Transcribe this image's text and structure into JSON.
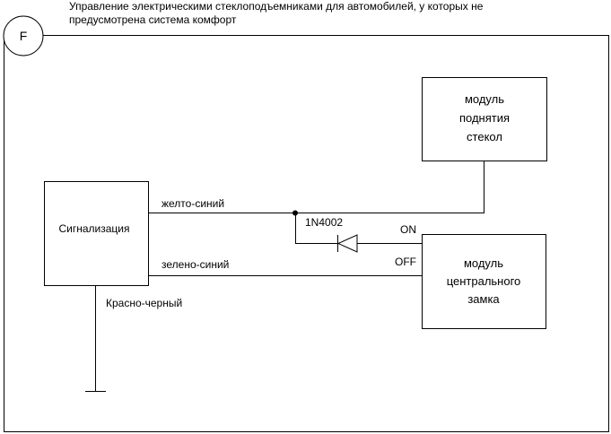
{
  "title": {
    "line1": "Управление электрическими стеклоподъемниками для автомобилей, у которых не",
    "line2": "предусмотрена система комфорт"
  },
  "badge": "F",
  "blocks": {
    "window_module": [
      "модуль",
      "поднятия",
      "стекол"
    ],
    "alarm": "Сигнализация",
    "central_lock_module": [
      "модуль",
      "центрального",
      "замка"
    ]
  },
  "wires": {
    "yellow_blue": "желто-синий",
    "green_blue": "зелено-синий",
    "red_black": "Красно-черный"
  },
  "diode": "1N4002",
  "terminals": {
    "on": "ON",
    "off": "OFF"
  }
}
